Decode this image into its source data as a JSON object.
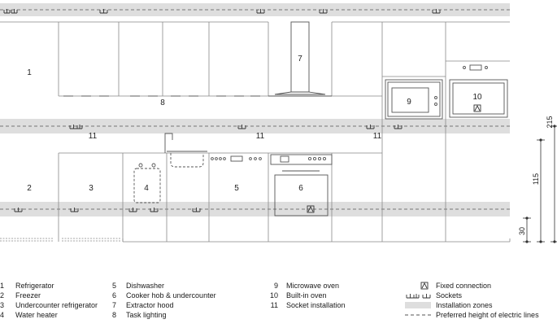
{
  "labels": {
    "refrigerator": "1",
    "freezer": "2",
    "undercounter_refrigerator": "3",
    "water_heater": "4",
    "dishwasher": "5",
    "cooker": "6",
    "extractor_hood": "7",
    "task_lighting": "8",
    "microwave": "9",
    "builtin_oven": "10",
    "socket_installation_1": "11",
    "socket_installation_2": "11",
    "socket_installation_3": "11"
  },
  "dimensions": {
    "d30": "30",
    "d115": "115",
    "d215": "215"
  },
  "legend": {
    "col1": [
      {
        "n": "1",
        "text": "Refrigerator"
      },
      {
        "n": "2",
        "text": "Freezer"
      },
      {
        "n": "3",
        "text": "Undercounter refrigerator"
      },
      {
        "n": "4",
        "text": "Water heater"
      }
    ],
    "col2": [
      {
        "n": "5",
        "text": "Dishwasher"
      },
      {
        "n": "6",
        "text": "Cooker hob & undercounter"
      },
      {
        "n": "7",
        "text": "Extractor hood"
      },
      {
        "n": "8",
        "text": "Task lighting"
      }
    ],
    "col3": [
      {
        "n": "9",
        "text": "Microwave oven"
      },
      {
        "n": "10",
        "text": "Built-in oven"
      },
      {
        "n": "11",
        "text": "Socket installation"
      }
    ],
    "symbols": [
      {
        "icon": "fixed-connection-icon",
        "text": "Fixed connection"
      },
      {
        "icon": "sockets-icon",
        "text": "Sockets"
      },
      {
        "icon": "installation-zone-icon",
        "text": "Installation zones"
      },
      {
        "icon": "dashed-line-icon",
        "text": "Preferred height of electric lines"
      }
    ]
  },
  "colors": {
    "zone": "#dedede",
    "line": "#555555"
  }
}
